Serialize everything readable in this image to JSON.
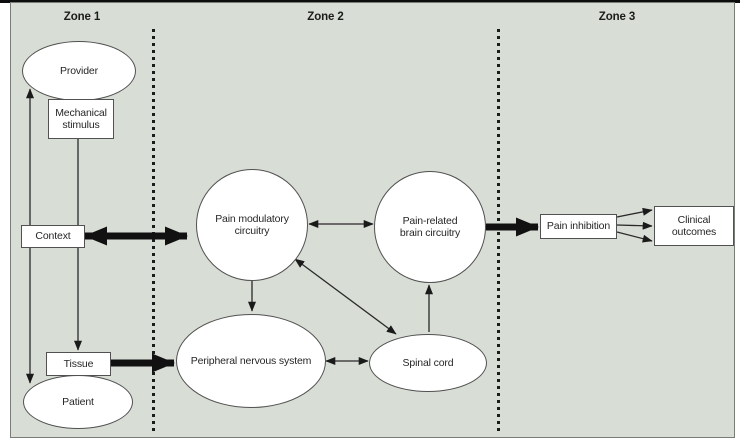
{
  "figure": {
    "zones": [
      {
        "label": "Zone 1"
      },
      {
        "label": "Zone 2"
      },
      {
        "label": "Zone 3"
      }
    ],
    "nodes": {
      "provider": {
        "label": "Provider",
        "shape": "ellipse",
        "zone": "Zone 1"
      },
      "mechanical_stimulus": {
        "label": "Mechanical stimulus",
        "shape": "rect",
        "zone": "Zone 1"
      },
      "context": {
        "label": "Context",
        "shape": "rect",
        "zone": "Zone 1"
      },
      "tissue": {
        "label": "Tissue",
        "shape": "rect",
        "zone": "Zone 1"
      },
      "patient": {
        "label": "Patient",
        "shape": "ellipse",
        "zone": "Zone 1"
      },
      "pain_modulatory": {
        "label": "Pain modulatory circuitry",
        "shape": "circle",
        "zone": "Zone 2"
      },
      "pain_related": {
        "label": "Pain-related brain circuitry",
        "shape": "circle",
        "zone": "Zone 2"
      },
      "peripheral": {
        "label": "Peripheral nervous system",
        "shape": "ellipse",
        "zone": "Zone 2"
      },
      "spinal_cord": {
        "label": "Spinal cord",
        "shape": "ellipse",
        "zone": "Zone 2"
      },
      "pain_inhibition": {
        "label": "Pain inhibition",
        "shape": "rect",
        "zone": "Zone 3"
      },
      "clinical_outcomes": {
        "label": "Clinical outcomes",
        "shape": "rect",
        "zone": "Zone 3"
      }
    },
    "connectors": [
      {
        "from": "provider",
        "to": "patient",
        "style": "thin",
        "heads": "both"
      },
      {
        "from": "mechanical_stimulus",
        "to": "tissue",
        "style": "thin",
        "heads": "end"
      },
      {
        "from": "context",
        "to": "pain_modulatory",
        "style": "thick",
        "heads": "both"
      },
      {
        "from": "tissue",
        "to": "peripheral",
        "style": "thick",
        "heads": "end"
      },
      {
        "from": "pain_modulatory",
        "to": "peripheral",
        "style": "thin",
        "heads": "end"
      },
      {
        "from": "pain_modulatory",
        "to": "pain_related",
        "style": "thin",
        "heads": "both"
      },
      {
        "from": "pain_modulatory",
        "to": "spinal_cord",
        "style": "thin",
        "heads": "both"
      },
      {
        "from": "spinal_cord",
        "to": "pain_related",
        "style": "thin",
        "heads": "end"
      },
      {
        "from": "peripheral",
        "to": "spinal_cord",
        "style": "thin",
        "heads": "both"
      },
      {
        "from": "pain_related",
        "to": "pain_inhibition",
        "style": "thick",
        "heads": "end"
      },
      {
        "from": "pain_inhibition",
        "to": "clinical_outcomes",
        "style": "thin-fan-3",
        "heads": "end"
      }
    ],
    "colors": {
      "panel_bg": "#d8ddd5",
      "node_fill": "#ffffff",
      "node_border": "#515151",
      "arrow": "#141414",
      "text": "#262626",
      "top_rule": "#0d0d0d"
    }
  }
}
